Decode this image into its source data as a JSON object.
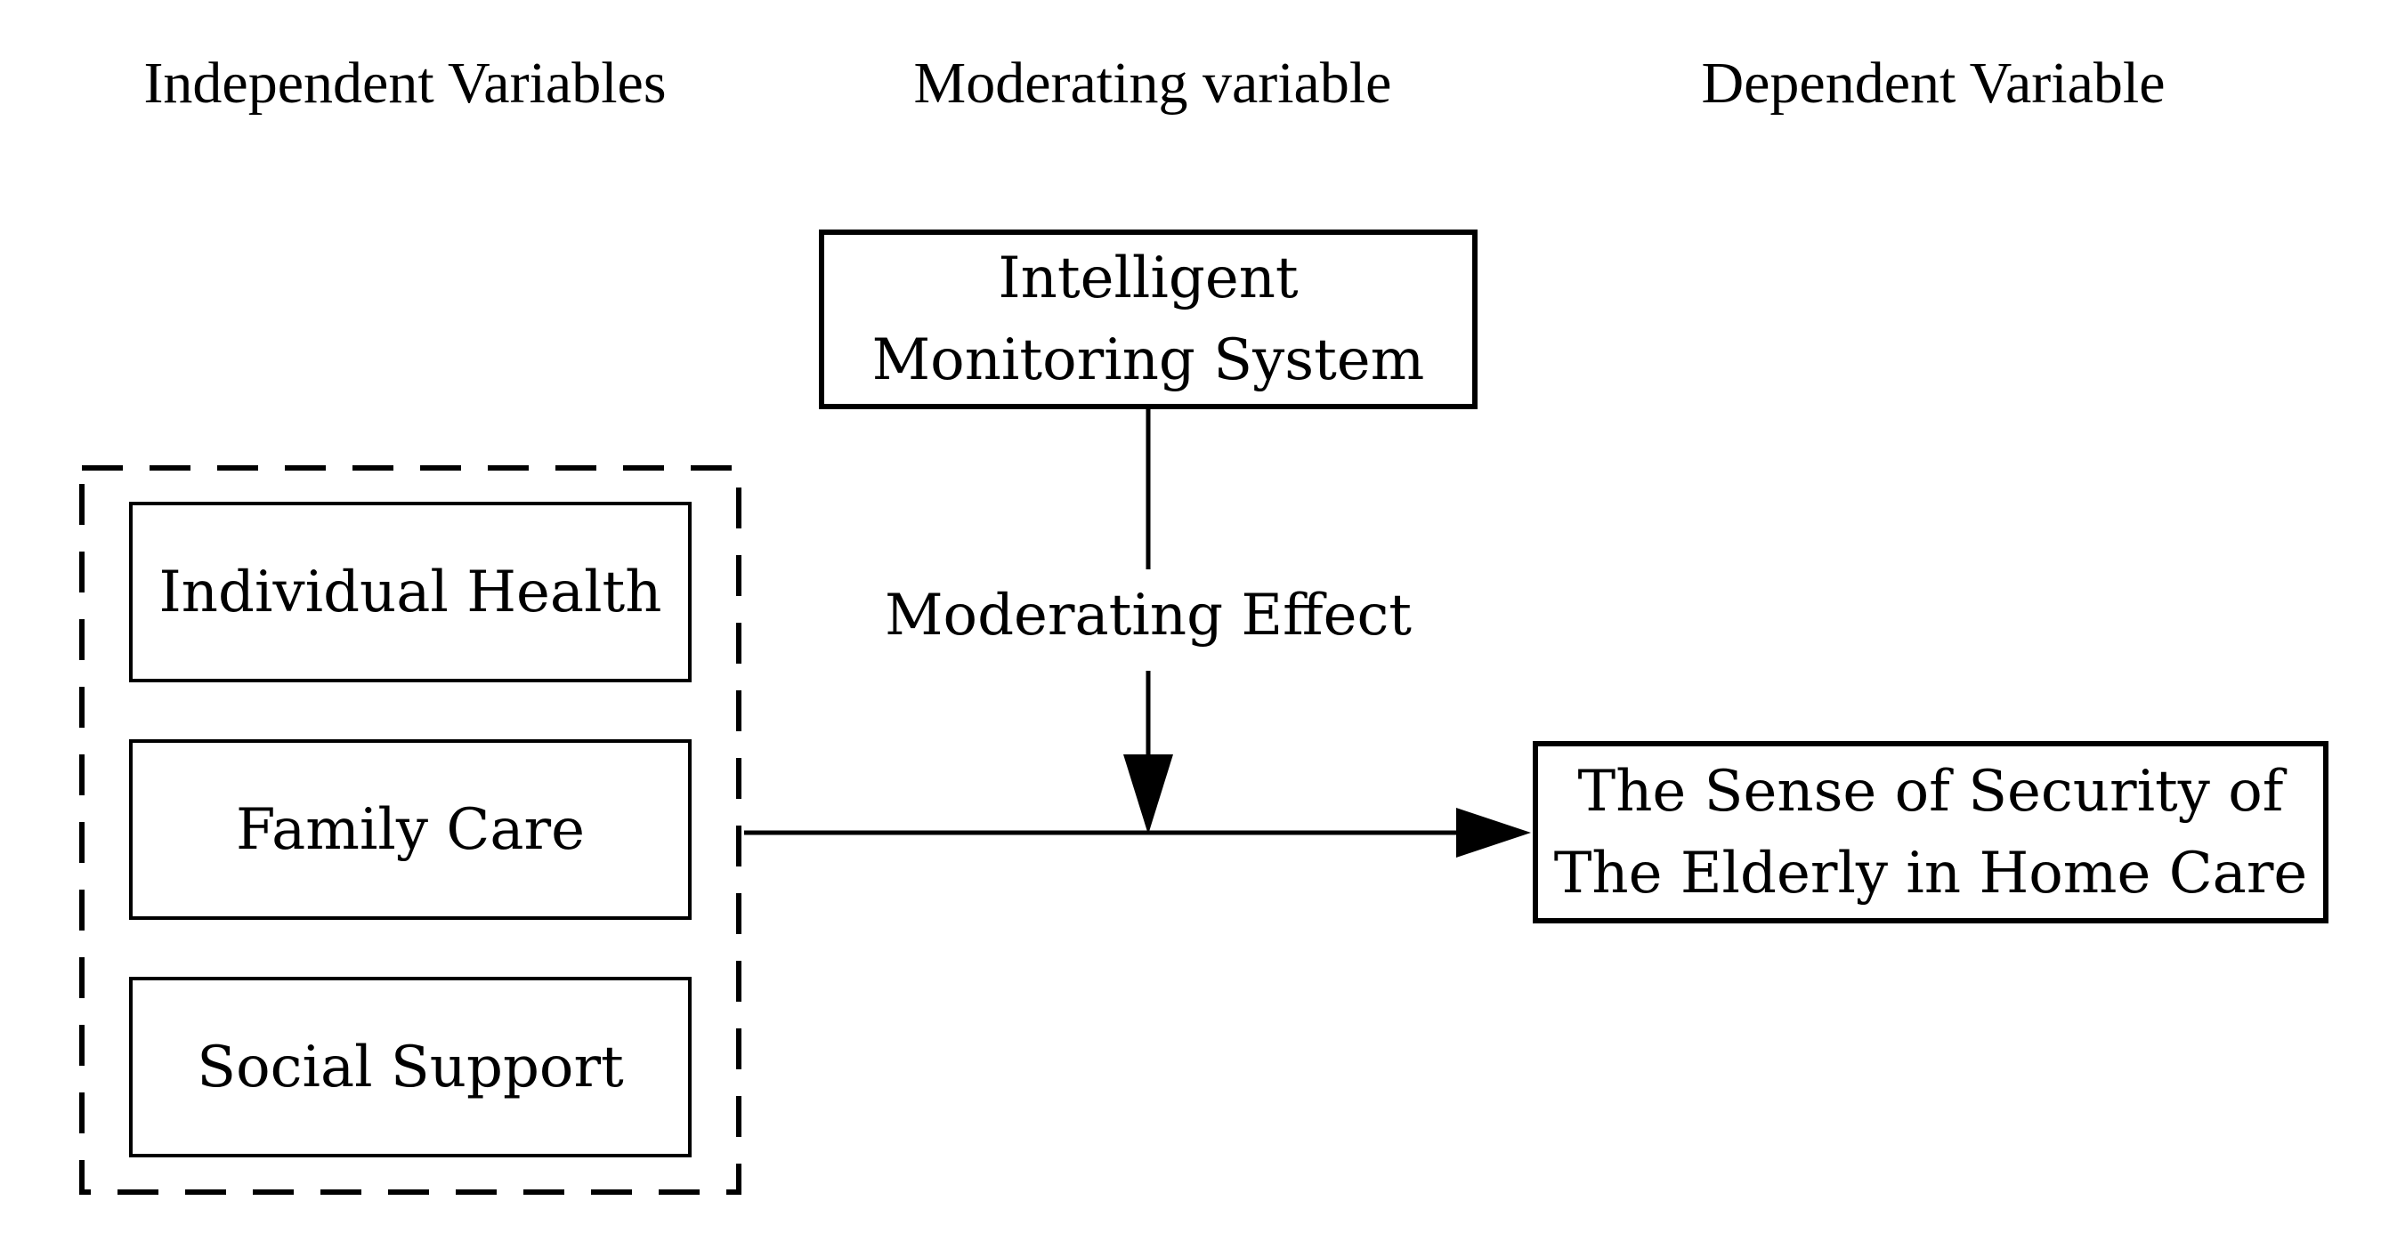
{
  "headers": {
    "independent": "Independent Variables",
    "moderating": "Moderating variable",
    "dependent": "Dependent Variable"
  },
  "moderator_box": {
    "line1": "Intelligent",
    "line2": "Monitoring System"
  },
  "independent_boxes": [
    "Individual Health",
    "Family Care",
    "Social Support"
  ],
  "labels": {
    "moderating_effect": "Moderating Effect"
  },
  "dependent_box": {
    "line1": "The Sense of Security of",
    "line2": "The Elderly in Home Care"
  },
  "colors": {
    "line": "#000000",
    "background": "#ffffff",
    "text": "#000000"
  }
}
